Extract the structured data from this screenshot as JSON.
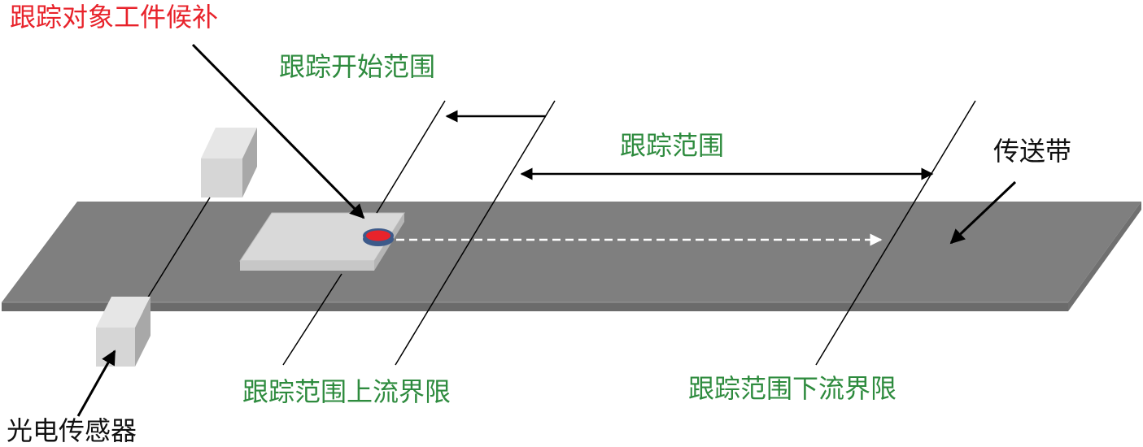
{
  "labels": {
    "target_candidate": "跟踪对象工件候补",
    "start_range": "跟踪开始范围",
    "tracking_range": "跟踪范围",
    "conveyor": "传送带",
    "upstream_limit": "跟踪范围上流界限",
    "downstream_limit": "跟踪范围下流界限",
    "photo_sensor": "光电传感器"
  },
  "colors": {
    "label_green": "#2e8b3e",
    "label_red": "#e8232b",
    "label_black": "#111111",
    "belt_top": "#7f7f7f",
    "belt_edge": "#6b6b6b",
    "workpiece": "#d9d9d9",
    "marker_fill": "#e8232b",
    "marker_ring": "#3d5a8a"
  },
  "icons": [
    "photo-sensor-icon",
    "workpiece-icon",
    "target-marker-icon"
  ]
}
